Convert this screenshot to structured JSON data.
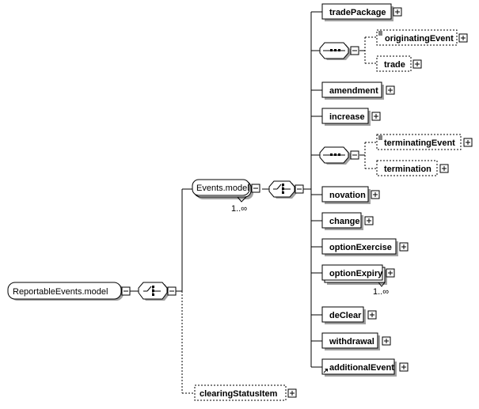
{
  "root": {
    "label": "ReportableEvents.model"
  },
  "group": {
    "label": "Events.model",
    "cardinality": "1..∞"
  },
  "elements": {
    "tradePackage": "tradePackage",
    "originatingEvent": "originatingEvent",
    "trade": "trade",
    "amendment": "amendment",
    "increase": "increase",
    "terminatingEvent": "terminatingEvent",
    "termination": "termination",
    "novation": "novation",
    "change": "change",
    "optionExercise": "optionExercise",
    "optionExpiry": "optionExpiry",
    "optionExpiryCardinality": "1..∞",
    "deClear": "deClear",
    "withdrawal": "withdrawal",
    "additionalEvent": "additionalEvent",
    "clearingStatusItem": "clearingStatusItem"
  },
  "icons": {
    "expand": "plus-box-icon",
    "collapse": "minus-box-icon",
    "sequence": "sequence-compositor-icon",
    "choice": "choice-compositor-icon",
    "reference": "reference-arrow-icon"
  }
}
